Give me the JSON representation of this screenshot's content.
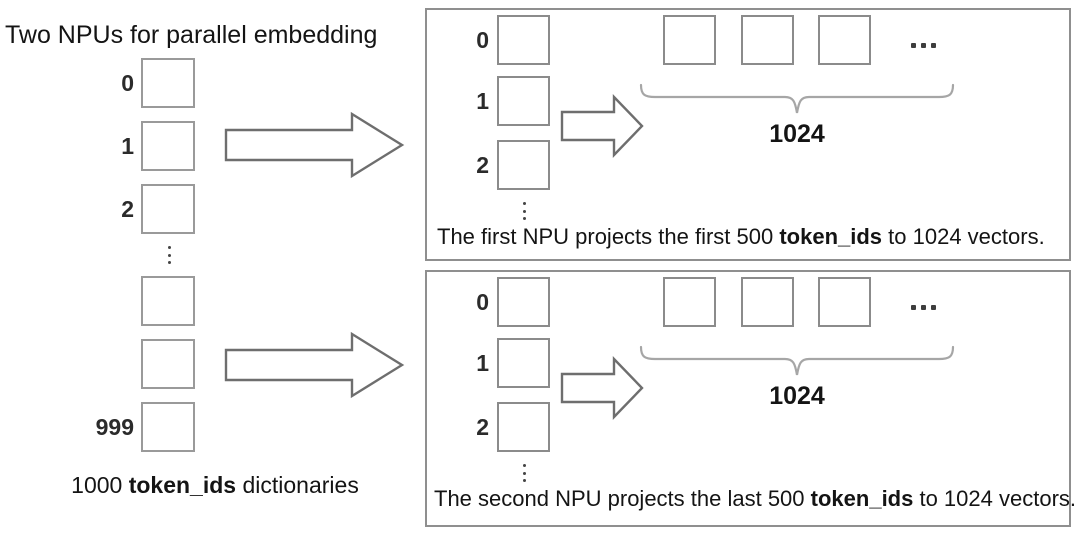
{
  "title": "Two NPUs for parallel embedding",
  "left": {
    "indices": [
      "0",
      "1",
      "2"
    ],
    "last_index": "999",
    "caption_prefix": "1000 ",
    "caption_bold": "token_ids",
    "caption_suffix": " dictionaries",
    "ellipsis_icon": "vertical-ellipsis-icon",
    "arrow_icon": "right-block-arrow-icon"
  },
  "panels": [
    {
      "id": "npu-1",
      "indices": [
        "0",
        "1",
        "2"
      ],
      "ellipsis_icon": "vertical-ellipsis-icon",
      "arrow_icon": "right-block-arrow-icon",
      "row_ellipsis_icon": "horizontal-ellipsis-icon",
      "brace_icon": "curly-brace-icon",
      "brace_label": "1024",
      "caption_prefix": "The first NPU projects the first 500 ",
      "caption_bold": "token_ids",
      "caption_suffix": " to 1024 vectors."
    },
    {
      "id": "npu-2",
      "indices": [
        "0",
        "1",
        "2"
      ],
      "ellipsis_icon": "vertical-ellipsis-icon",
      "arrow_icon": "right-block-arrow-icon",
      "row_ellipsis_icon": "horizontal-ellipsis-icon",
      "brace_icon": "curly-brace-icon",
      "brace_label": "1024",
      "caption_prefix": "The second NPU projects the last 500 ",
      "caption_bold": "token_ids",
      "caption_suffix": " to 1024 vectors."
    }
  ],
  "colors": {
    "box_border": "#9a9a9a",
    "panel_border": "#8f8f8f",
    "arrow_stroke": "#6e6e6e",
    "brace_stroke": "#a6a6a6",
    "text": "#141414",
    "background": "#ffffff"
  }
}
